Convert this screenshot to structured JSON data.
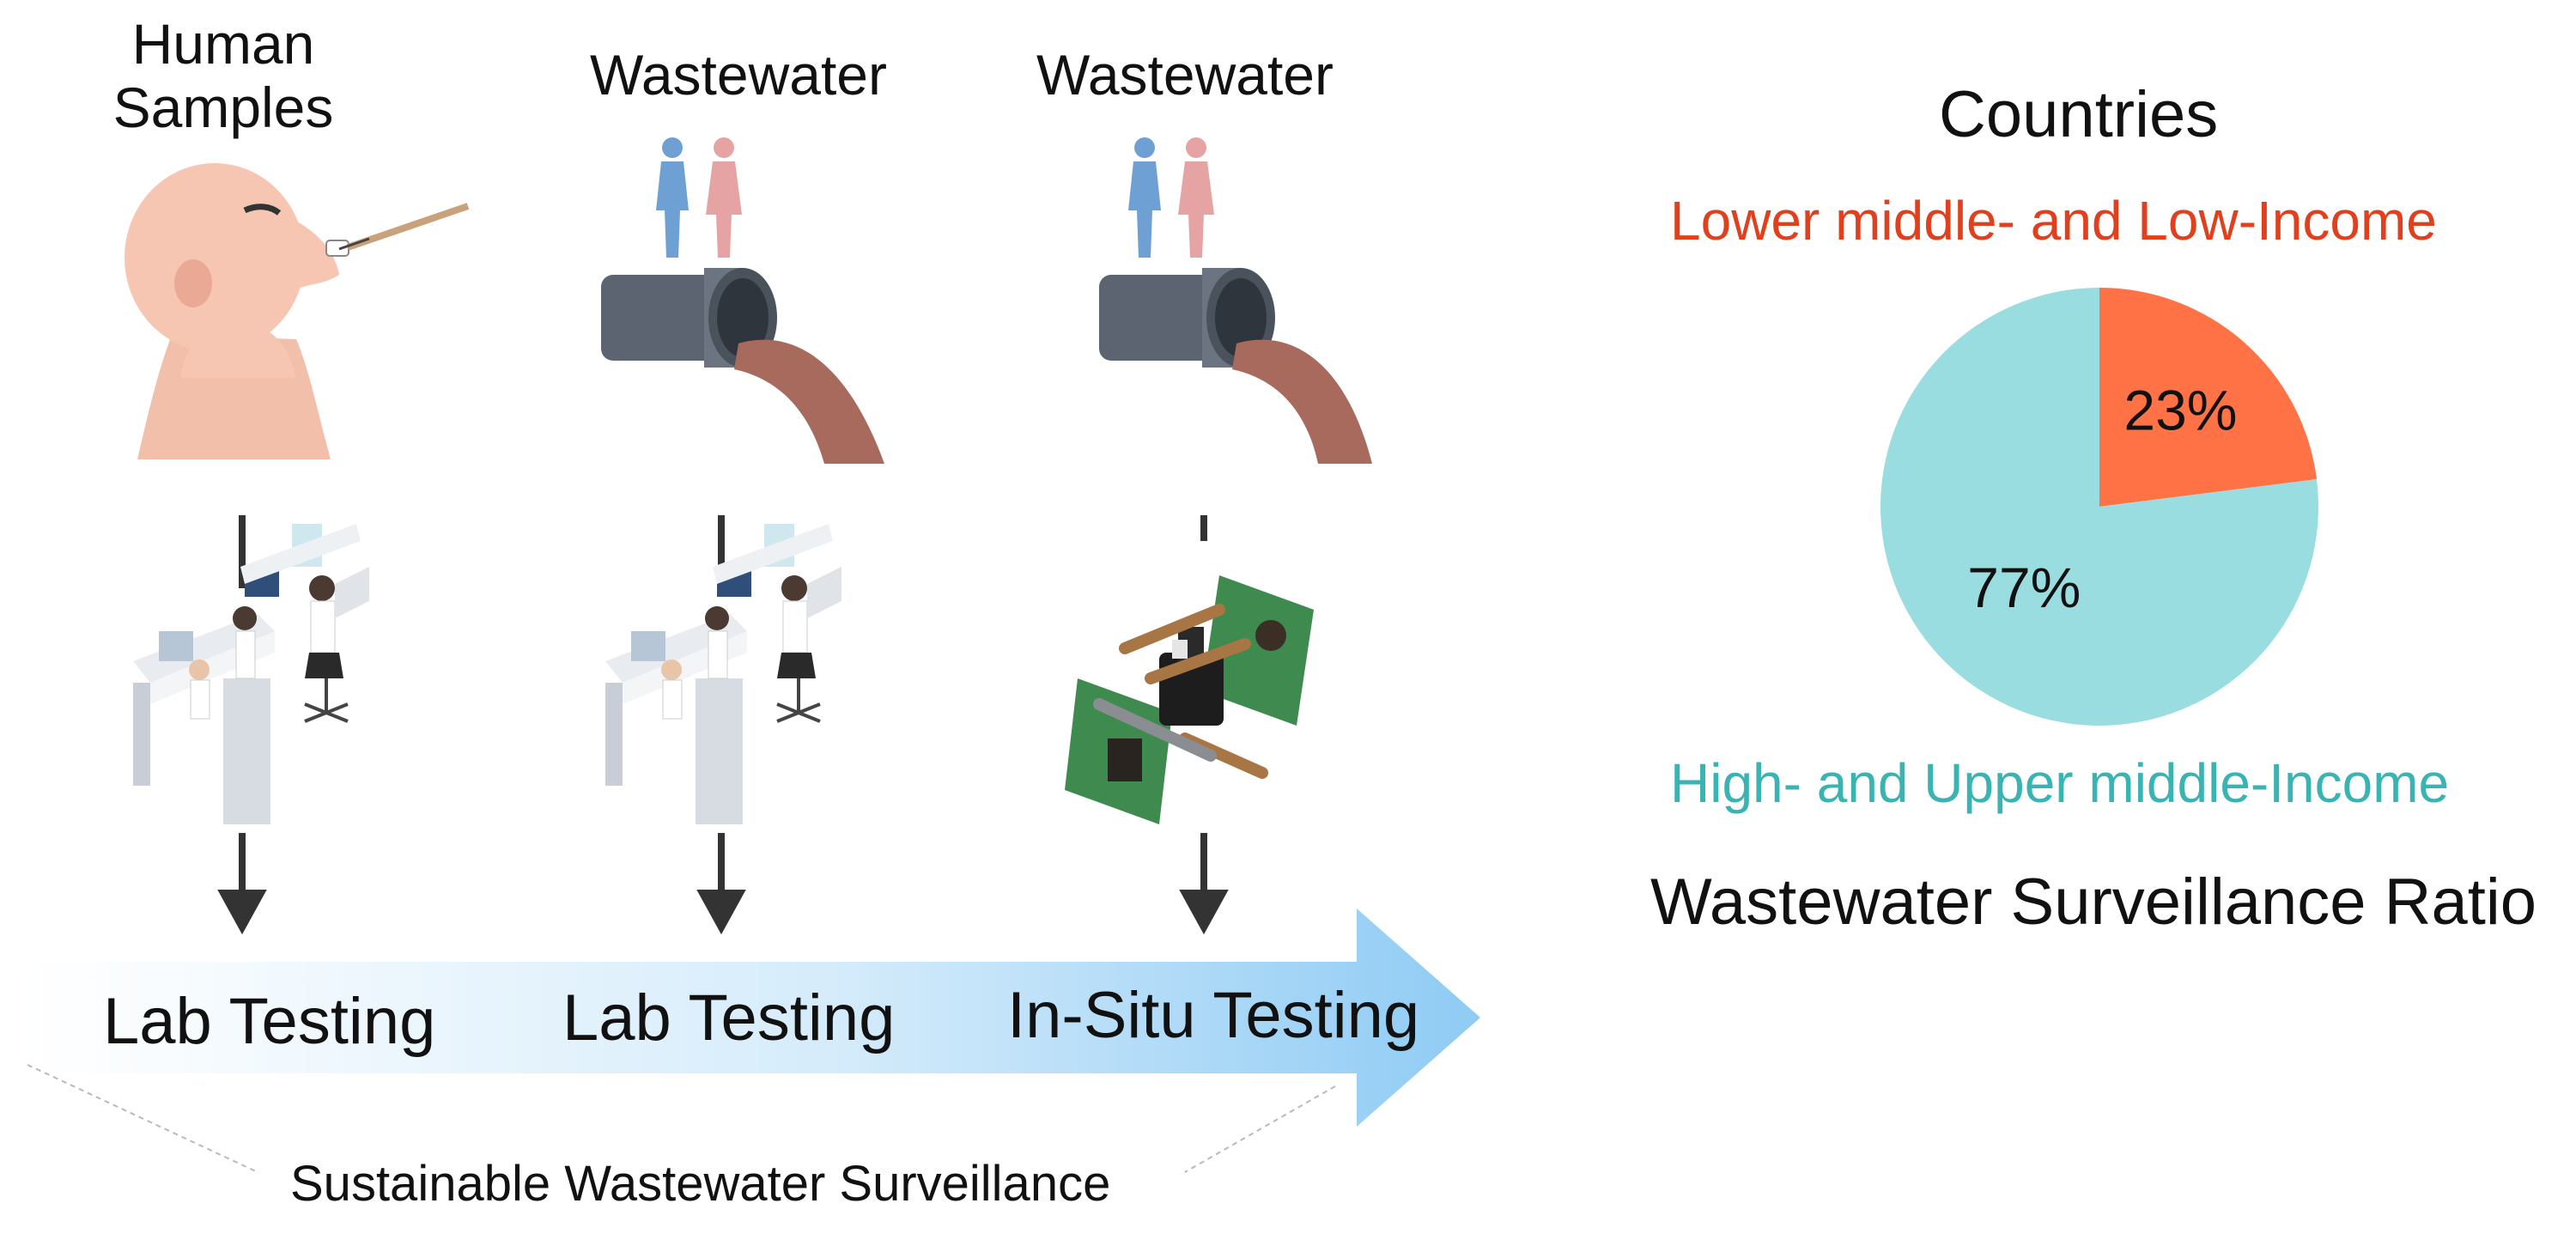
{
  "columns": [
    {
      "heading_line1": "Human",
      "heading_line2": "Samples",
      "testing": "Lab Testing",
      "source_icon": "human-swab-icon",
      "lab_icon": "lab-workers-icon"
    },
    {
      "heading": "Wastewater",
      "testing": "Lab Testing",
      "source_icon": "wastewater-pipe-icon",
      "lab_icon": "lab-workers-icon"
    },
    {
      "heading": "Wastewater",
      "testing": "In-Situ Testing",
      "source_icon": "wastewater-pipe-icon",
      "lab_icon": "sensor-device-icon"
    }
  ],
  "footer": "Sustainable Wastewater Surveillance",
  "pie": {
    "title": "Countries",
    "lower_label": "Lower middle- and Low-Income",
    "upper_label": "High- and Upper middle-Income",
    "caption": "Wastewater Surveillance Ratio"
  },
  "chart_data": {
    "type": "pie",
    "slices": [
      {
        "label": "Lower middle- and Low-Income",
        "value": 23,
        "display": "23%",
        "color": "#ff7245"
      },
      {
        "label": "High- and Upper middle-Income",
        "value": 77,
        "display": "77%",
        "color": "#9adde0"
      }
    ]
  }
}
